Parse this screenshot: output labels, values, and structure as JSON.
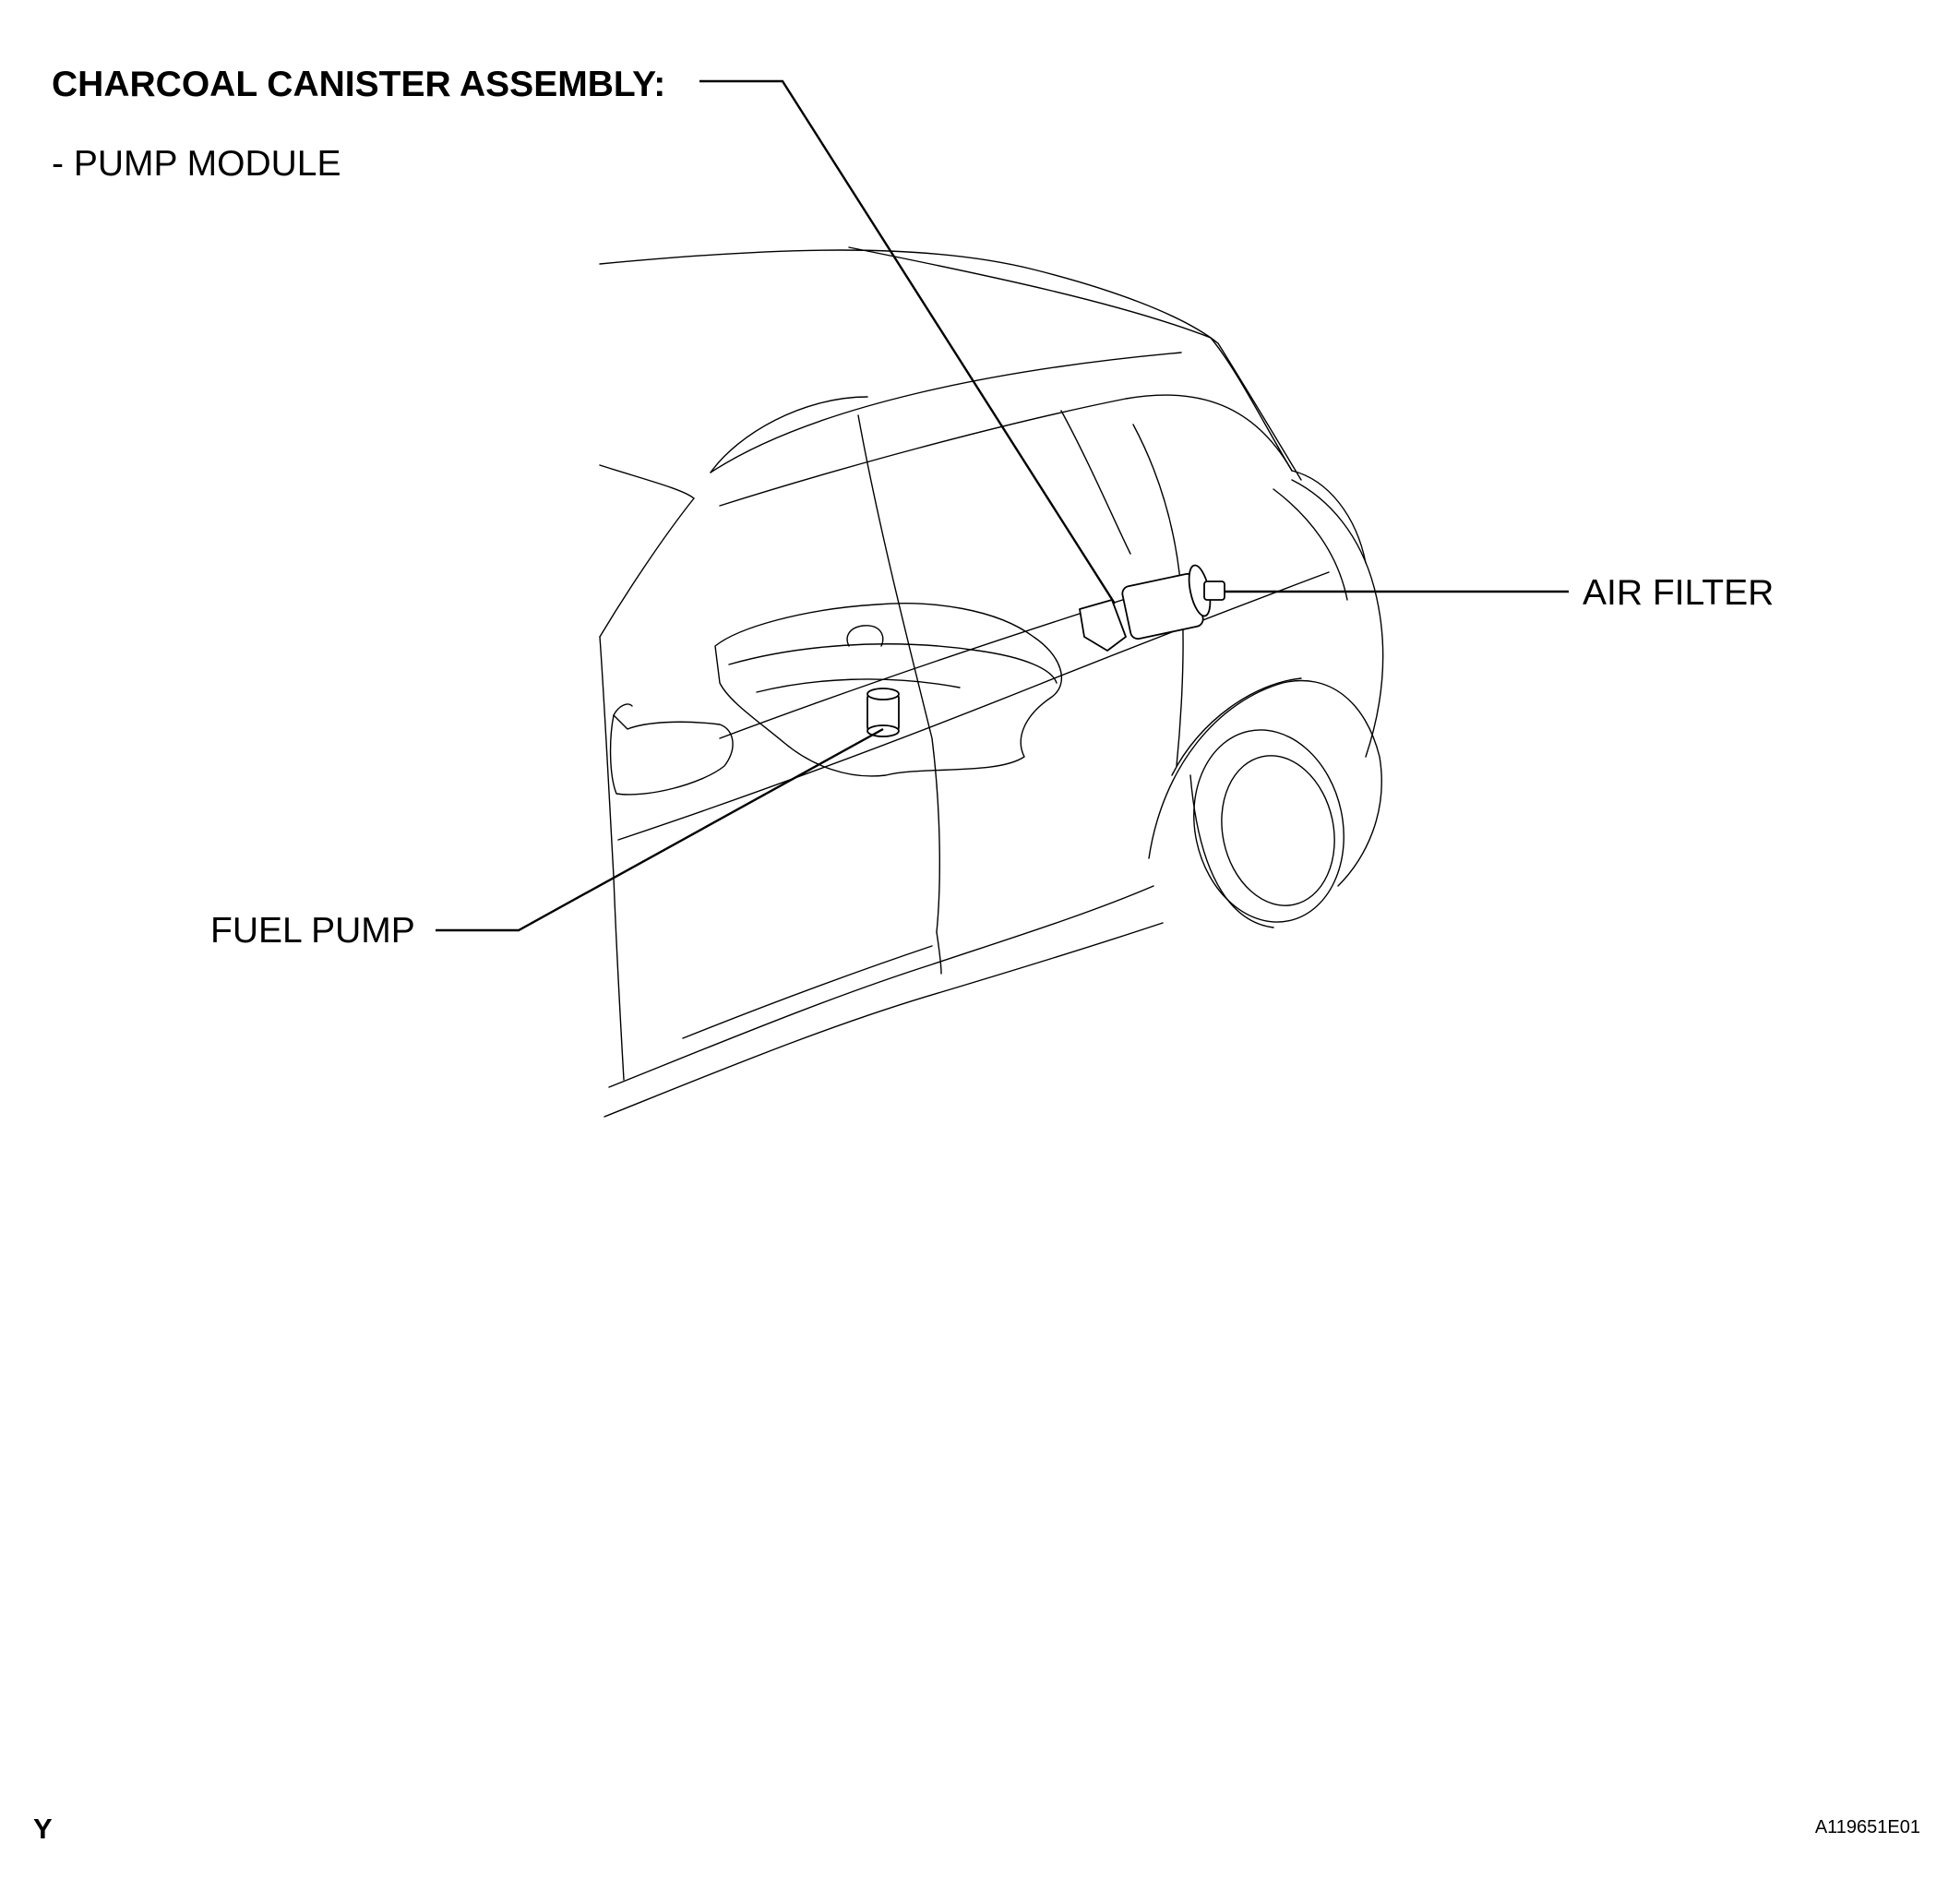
{
  "labels": {
    "title": "CHARCOAL CANISTER ASSEMBLY:",
    "subtitle": "- PUMP MODULE",
    "air_filter": "AIR FILTER",
    "fuel_pump": "FUEL PUMP",
    "corner_mark": "Y",
    "figure_id": "A119651E01"
  }
}
